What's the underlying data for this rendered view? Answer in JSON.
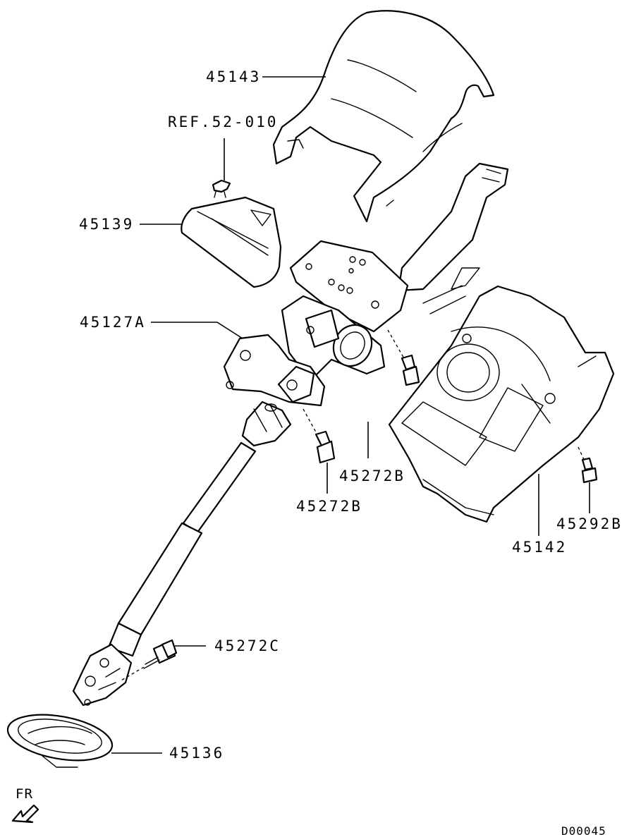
{
  "callouts": {
    "p45143": "45143",
    "ref": "REF.52-010",
    "p45139": "45139",
    "p45127a": "45127A",
    "p45272b_right": "45272B",
    "p45272b_left": "45272B",
    "p45292b": "45292B",
    "p45142": "45142",
    "p45272c": "45272C",
    "p45136": "45136"
  },
  "direction_label": "FR",
  "drawing_code": "D00045",
  "icons": {
    "direction": "front-direction-arrow-icon"
  }
}
